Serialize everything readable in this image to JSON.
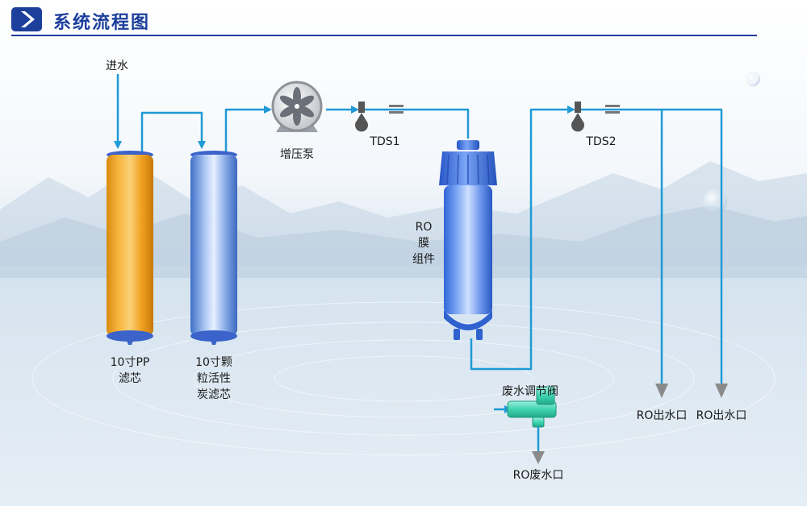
{
  "header": {
    "title": "系统流程图"
  },
  "labels": {
    "inlet": "进水",
    "pp_filter": [
      "10寸PP",
      "滤芯"
    ],
    "carbon_filter": [
      "10寸颗",
      "粒活性",
      "炭滤芯"
    ],
    "pump": "增压泵",
    "tds1": "TDS1",
    "tds2": "TDS2",
    "ro_membrane": [
      "RO",
      "膜",
      "组件"
    ],
    "waste_valve": "废水调节阀",
    "waste_outlet": "RO废水口",
    "outlet_1": "RO出水口",
    "outlet_2": "RO出水口"
  },
  "colors": {
    "pipe": "#1f9ad6",
    "title": "#1d3f9c",
    "pp_filter": "#f0a020",
    "carbon_filter": "#5d8fe0",
    "ro_housing": "#4a80e8",
    "valve": "#3fd3b0",
    "arrow": "#8a8a8a"
  }
}
